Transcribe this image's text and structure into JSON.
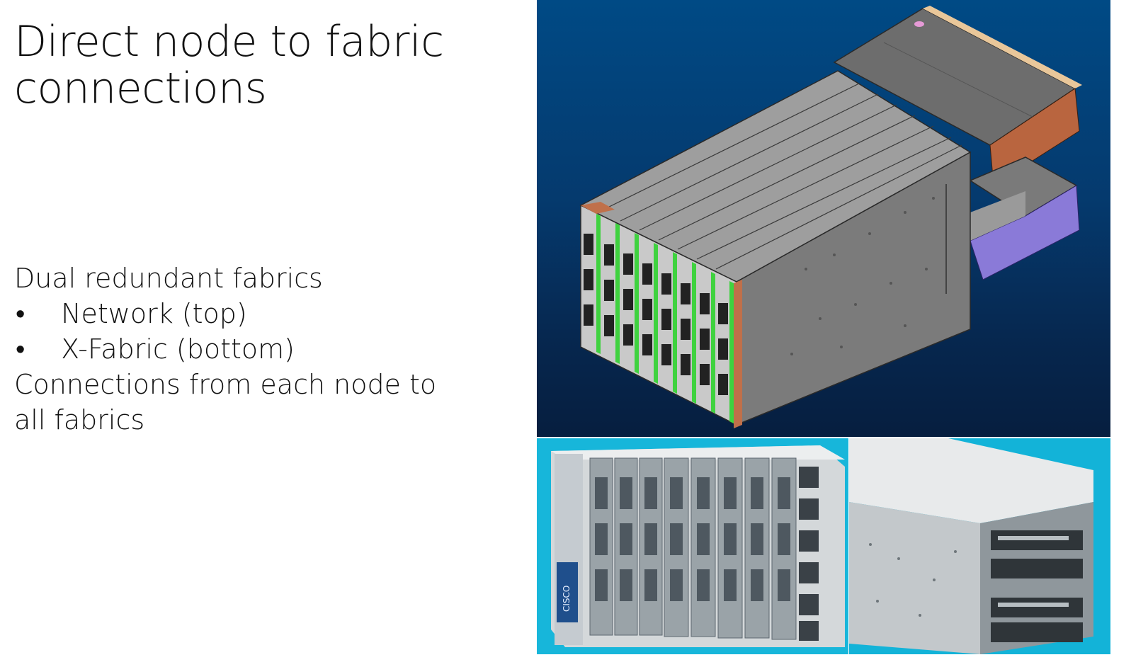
{
  "slide": {
    "title_lines": [
      "Direct node to fabric",
      "connections"
    ],
    "heading": "Dual redundant fabrics",
    "bullets": [
      "Network (top)",
      "X-Fabric (bottom)"
    ],
    "bullet_glyph": "•",
    "paragraph_lines": [
      "Connections from each node to",
      "all fabrics"
    ]
  },
  "images": {
    "render": "cad-render-chassis-with-fabric-modules",
    "photo_front": "chassis-front-photo",
    "photo_rear": "chassis-rear-photo",
    "photo_front_logo": "CISCO"
  },
  "colors": {
    "render_bg_top": "#004a85",
    "render_bg_bottom": "#061e3f",
    "photo_bg": "#17b6da",
    "chassis_gray": "#8c8c8c",
    "node_green": "#3fd23f",
    "copper": "#c0704a",
    "fabric_purple": "#8a7ad8"
  }
}
